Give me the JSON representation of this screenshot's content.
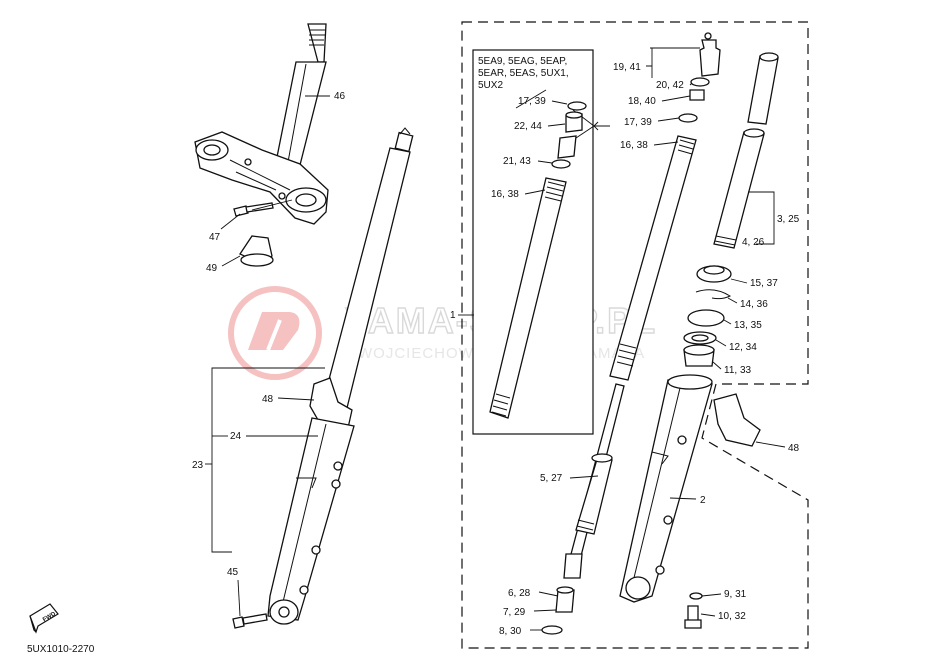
{
  "watermark": {
    "brand": "YAMA-SKLEP.PL",
    "subtitle": "WOJCIECHOWICZ DEALER YAMAHA",
    "logo_color": "#e35050"
  },
  "footer": {
    "code": "5UX1010-2270",
    "fwd": "FWD"
  },
  "inset": {
    "models": [
      "5EA9, 5EAG, 5EAP,",
      "5EAR, 5EAS, 5UX1,",
      "5UX2"
    ]
  },
  "labels": {
    "p46": "46",
    "p47": "47",
    "p49": "49",
    "p48a": "48",
    "p24": "24",
    "p23": "23",
    "p45": "45",
    "p1": "1",
    "i17": "17, 39",
    "i22": "22, 44",
    "i21": "21, 43",
    "i16": "16, 38",
    "r19": "19, 41",
    "r20": "20, 42",
    "r18": "18, 40",
    "r17": "17, 39",
    "r16": "16, 38",
    "r3": "3, 25",
    "r4": "4, 26",
    "r15": "15, 37",
    "r14": "14, 36",
    "r13": "13, 35",
    "r12": "12, 34",
    "r11": "11, 33",
    "r48": "48",
    "r2": "2",
    "r5": "5, 27",
    "r6": "6, 28",
    "r7": "7, 29",
    "r8": "8, 30",
    "r9": "9, 31",
    "r10": "10, 32"
  }
}
